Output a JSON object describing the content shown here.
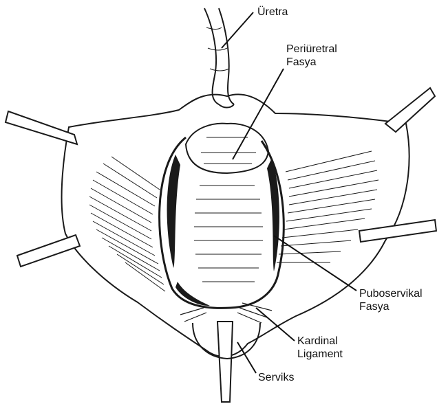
{
  "labels": {
    "uretra": "Üretra",
    "periuretral_line1": "Periüretral",
    "periuretral_line2": "Fasya",
    "puboservikal_line1": "Puboservikal",
    "puboservikal_line2": "Fasya",
    "kardinal_line1": "Kardinal",
    "kardinal_line2": "Ligament",
    "serviks": "Serviks"
  },
  "colors": {
    "ink": "#1a1a1a",
    "paper": "#ffffff"
  }
}
